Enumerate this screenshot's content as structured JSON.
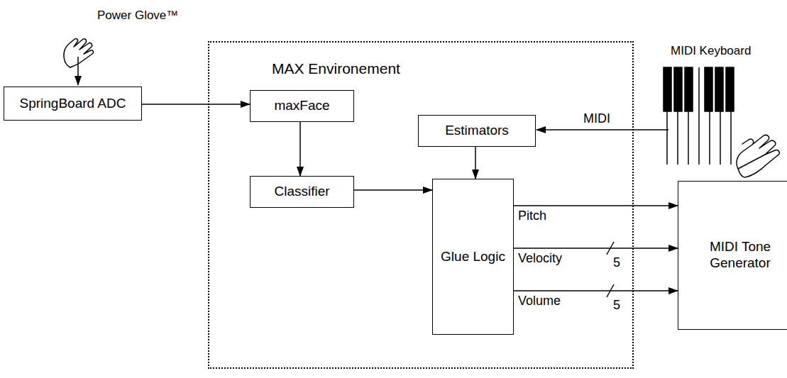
{
  "diagram": {
    "nodes": [
      {
        "text": [
          "SpringBoard ADC"
        ]
      },
      {
        "text": [
          "MAX Environement"
        ]
      },
      {
        "text": [
          "maxFace"
        ],
        "in": 1
      },
      {
        "text": [
          "Estimators"
        ],
        "in": 1
      },
      {
        "text": [
          "Classifier"
        ],
        "in": 1
      },
      {
        "text": [
          "Glue Logic"
        ],
        "in": 1
      },
      {
        "text": [
          "MIDI Tone Generator"
        ]
      }
    ],
    "edges": [
      {
        "from": 0,
        "to": 2,
        "arrow": "to"
      },
      {
        "from": 2,
        "to": 4,
        "arrow": "to"
      },
      {
        "from": 3,
        "to": 5,
        "arrow": "to"
      },
      {
        "from": 4,
        "to": 5,
        "arrow": "to"
      },
      {
        "from": 5,
        "to": 6,
        "label": "Pitch",
        "arrow": "to"
      },
      {
        "from": 5,
        "to": 6,
        "label": "Velocity",
        "arrow": "to"
      },
      {
        "from": 5,
        "to": 6,
        "label": "Volume",
        "arrow": "to"
      }
    ],
    "labels": [
      "Power Glove™",
      "MIDI Keyboard",
      "MIDI",
      "5",
      "5"
    ]
  }
}
